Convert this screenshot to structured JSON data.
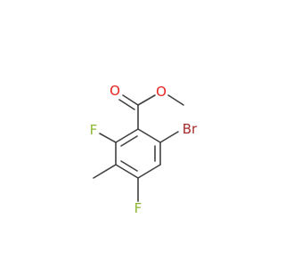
{
  "molecule": {
    "name": "",
    "atoms": {
      "o_carbonyl": {
        "symbol": "O",
        "color": "#e8231e"
      },
      "o_ester": {
        "symbol": "O",
        "color": "#e8231e"
      },
      "f_top": {
        "symbol": "F",
        "color": "#8db832"
      },
      "br": {
        "symbol": "Br",
        "color": "#a52a2a"
      },
      "f_bottom": {
        "symbol": "F",
        "color": "#8db832"
      }
    },
    "bond_color": "#404040"
  }
}
